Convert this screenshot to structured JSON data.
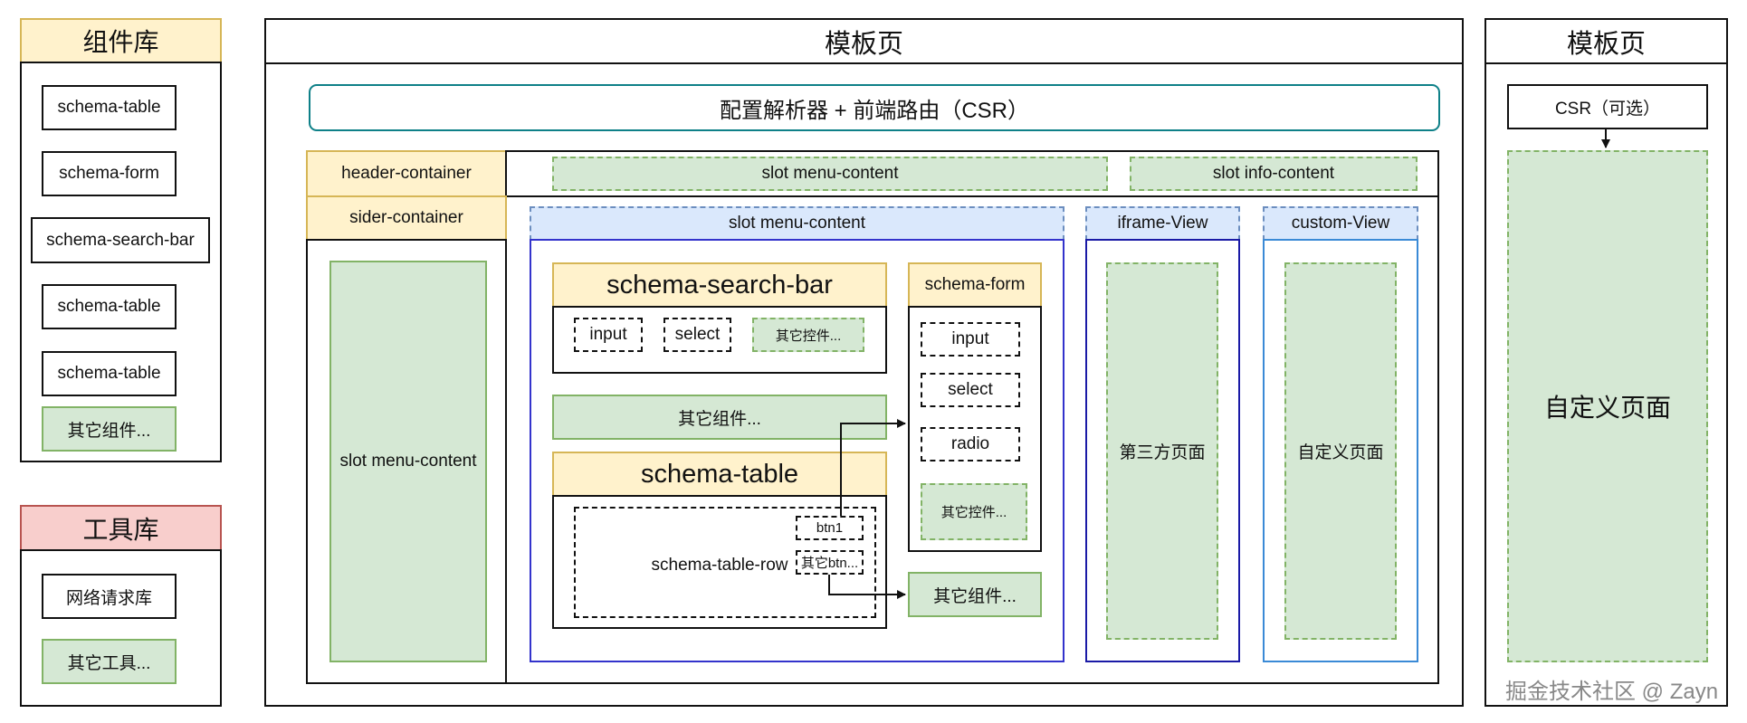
{
  "component_lib": {
    "title": "组件库",
    "items": [
      "schema-table",
      "schema-form",
      "schema-search-bar",
      "schema-table",
      "schema-table"
    ],
    "other": "其它组件..."
  },
  "tool_lib": {
    "title": "工具库",
    "items": [
      "网络请求库"
    ],
    "other": "其它工具..."
  },
  "template_main": {
    "title": "模板页",
    "parser": "配置解析器 + 前端路由（CSR）",
    "header_container": "header-container",
    "sider_container": "sider-container",
    "top_slot_menu": "slot menu-content",
    "top_slot_info": "slot info-content",
    "sider_slot": "slot menu-content",
    "main_slot": "slot menu-content",
    "search_bar": {
      "title": "schema-search-bar",
      "input": "input",
      "select": "select",
      "other": "其它控件..."
    },
    "other_component_1": "其它组件...",
    "table": {
      "title": "schema-table",
      "row": "schema-table-row",
      "btn1": "btn1",
      "btn_other": "其它btn..."
    },
    "form": {
      "title": "schema-form",
      "input": "input",
      "select": "select",
      "radio": "radio",
      "other": "其它控件..."
    },
    "other_component_2": "其它组件...",
    "iframe_view": {
      "title": "iframe-View",
      "content": "第三方页面"
    },
    "custom_view": {
      "title": "custom-View",
      "content": "自定义页面"
    }
  },
  "template_right": {
    "title": "模板页",
    "csr": "CSR（可选）",
    "custom_page": "自定义页面"
  },
  "watermark": "掘金技术社区 @ Zayn"
}
